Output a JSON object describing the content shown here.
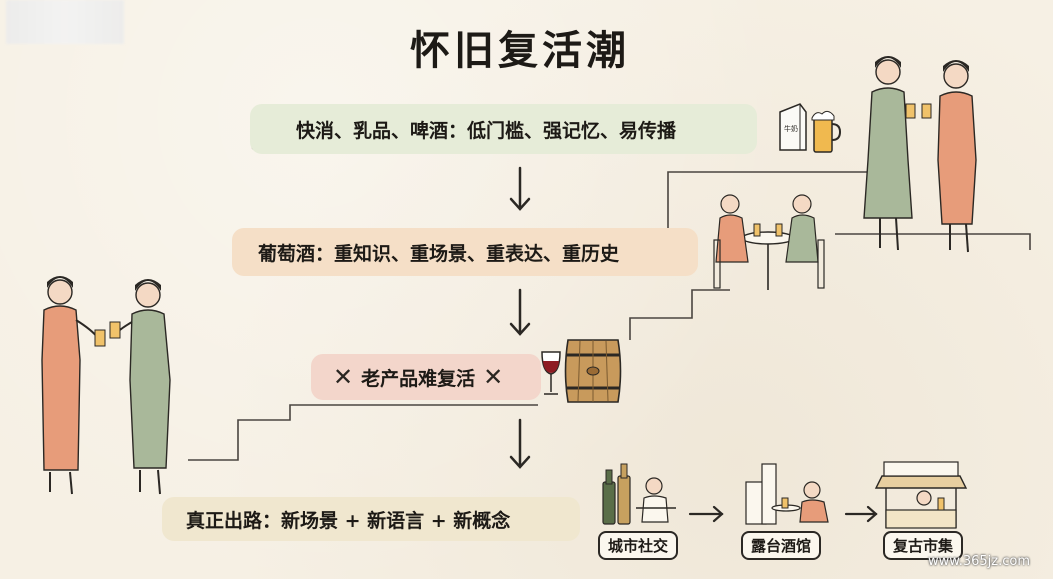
{
  "title": "怀旧复活潮",
  "steps": [
    "快消、乳品、啤酒：低门槛、强记忆、易传播",
    "葡萄酒：重知识、重场景、重表达、重历史",
    "老产品难复活",
    "真正出路：新场景 + 新语言 + 新概念"
  ],
  "steps_mark": "✕",
  "scenes": [
    "城市社交",
    "露台酒馆",
    "复古市集"
  ],
  "milk_carton_label": "牛奶",
  "watermark": "www.365jz.com",
  "icons": [
    "beverage-can-icon",
    "milk-carton-icon",
    "beer-mug-icon",
    "wine-glass-icon",
    "wine-barrel-icon",
    "arrow-down-icon",
    "arrow-right-icon"
  ],
  "colors": {
    "background": "#f6f0e4",
    "step1_fill": "#e6ecd8",
    "step2_fill": "#f5dfc7",
    "step3_fill": "#f3d6cb",
    "step4_fill": "#f0e7cf",
    "qipao_sage": "#a9b89a",
    "qipao_coral": "#e79c7a",
    "line": "#2b2824"
  }
}
